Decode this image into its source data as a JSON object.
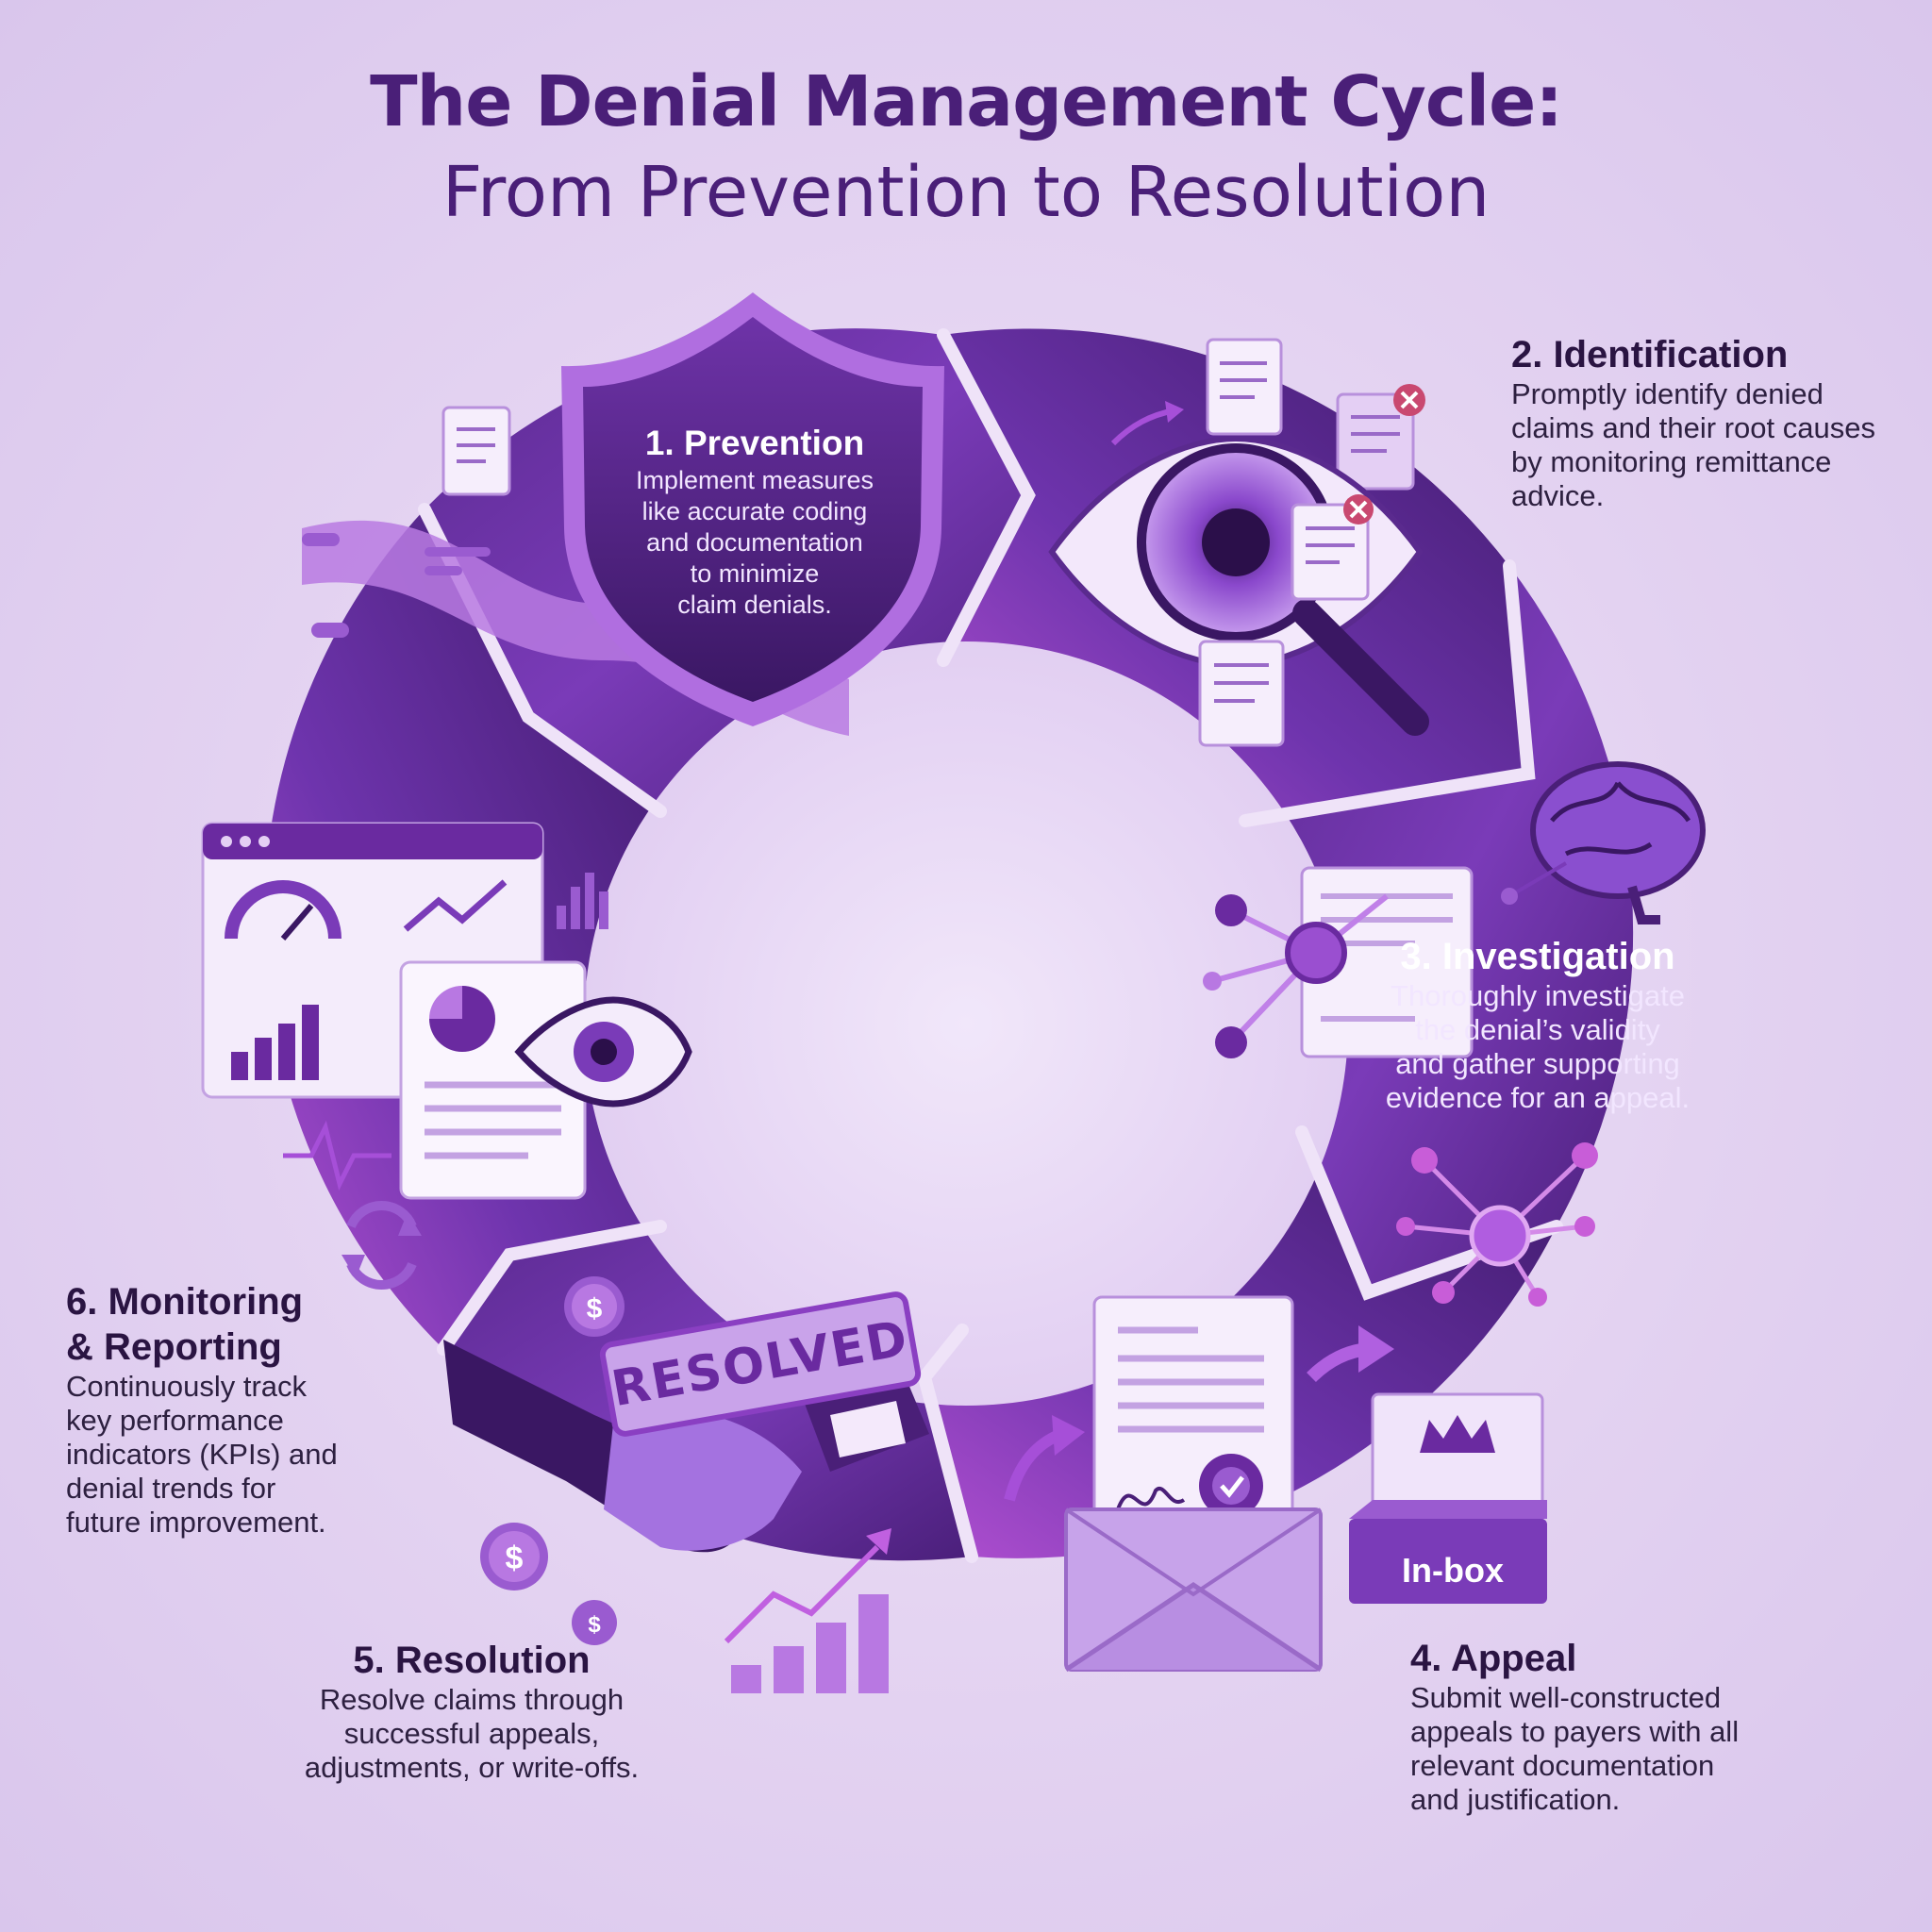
{
  "header": {
    "title": "The Denial Management Cycle:",
    "subtitle": "From Prevention to Resolution"
  },
  "steps": [
    {
      "heading": "1. Prevention",
      "lines": [
        "Implement measures",
        "like accurate coding",
        "and documentation",
        "to minimize",
        "claim denials."
      ]
    },
    {
      "heading": "2. Identification",
      "lines": [
        "Promptly identify denied",
        "claims and their root causes",
        "by monitoring remittance",
        "advice."
      ]
    },
    {
      "heading": "3. Investigation",
      "lines": [
        "Thoroughly investigate",
        "the denial’s validity",
        "and gather supporting",
        "evidence for an appeal."
      ]
    },
    {
      "heading": "4. Appeal",
      "lines": [
        "Submit well-constructed",
        "appeals to payers with all",
        "relevant documentation",
        "and justification."
      ]
    },
    {
      "heading": "5. Resolution",
      "lines": [
        "Resolve claims through",
        "successful appeals,",
        "adjustments, or write-offs."
      ]
    },
    {
      "heading_lines": [
        "6. Monitoring",
        "& Reporting"
      ],
      "lines": [
        "Continuously track",
        "key performance",
        "indicators (KPIs) and",
        "denial trends for",
        "future improvement."
      ]
    }
  ],
  "badges": {
    "stamp": "RESOLVED",
    "inbox": "In-box",
    "currency": "$"
  },
  "icons": [
    "shield-icon",
    "eye-magnifier-icon",
    "document-icon",
    "error-x-icon",
    "brain-icon",
    "network-icon",
    "envelope-icon",
    "seal-checkmark-icon",
    "crown-icon",
    "handshake-icon",
    "dollar-coin-icon",
    "bar-chart-icon",
    "gauge-icon",
    "pie-chart-icon",
    "refresh-icon"
  ],
  "colors": {
    "primary": "#5b2a91",
    "accent": "#a64fd8",
    "background": "#e7d9f4",
    "text": "#2a1442"
  }
}
